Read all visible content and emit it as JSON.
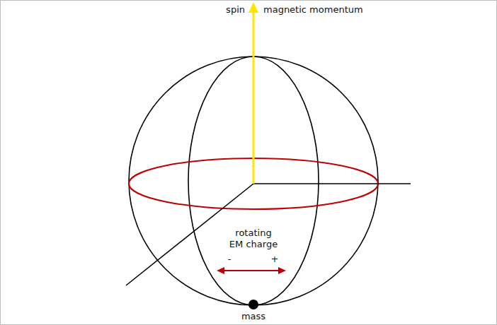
{
  "diagram": {
    "labels": [
      "spin",
      "magnetic momentum",
      "rotating EM charge",
      "-",
      "+",
      "mass"
    ]
  }
}
